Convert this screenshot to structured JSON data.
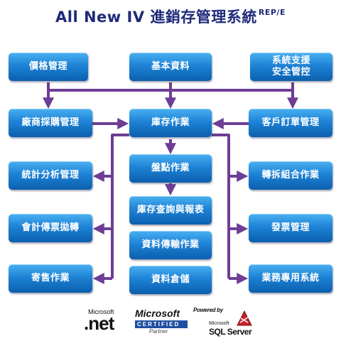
{
  "title": {
    "main": "All New IV 進銷存管理系統",
    "sup": "REP/E"
  },
  "boxes": {
    "pricing": "價格管理",
    "basic": "基本資料",
    "support_line1": "系統支援",
    "support_line2": "安全管控",
    "vendor": "廠商採購管理",
    "inventory": "庫存作業",
    "customer": "客戶訂單管理",
    "stats": "統計分析管理",
    "count": "盤點作業",
    "transform": "轉拆組合作業",
    "query": "庫存查詢與報表",
    "accounting": "會計傳票拋轉",
    "transfer": "資料傳輸作業",
    "invoice": "發票管理",
    "consign": "寄售作業",
    "warehouse": "資料倉儲",
    "special": "業務專用系統"
  },
  "colors": {
    "arrow": "#6e3d95",
    "box": "#1e83d6",
    "title": "#1f2a7a"
  },
  "logos": {
    "ms_net_top": "Microsoft",
    "ms_net_main": ".net",
    "ms_cert_top": "Microsoft",
    "ms_cert_mid": "CERTIFIED",
    "ms_cert_bottom": "Partner",
    "powered": "Powered by",
    "sql_top": "Microsoft",
    "sql_main": "SQL Server"
  }
}
